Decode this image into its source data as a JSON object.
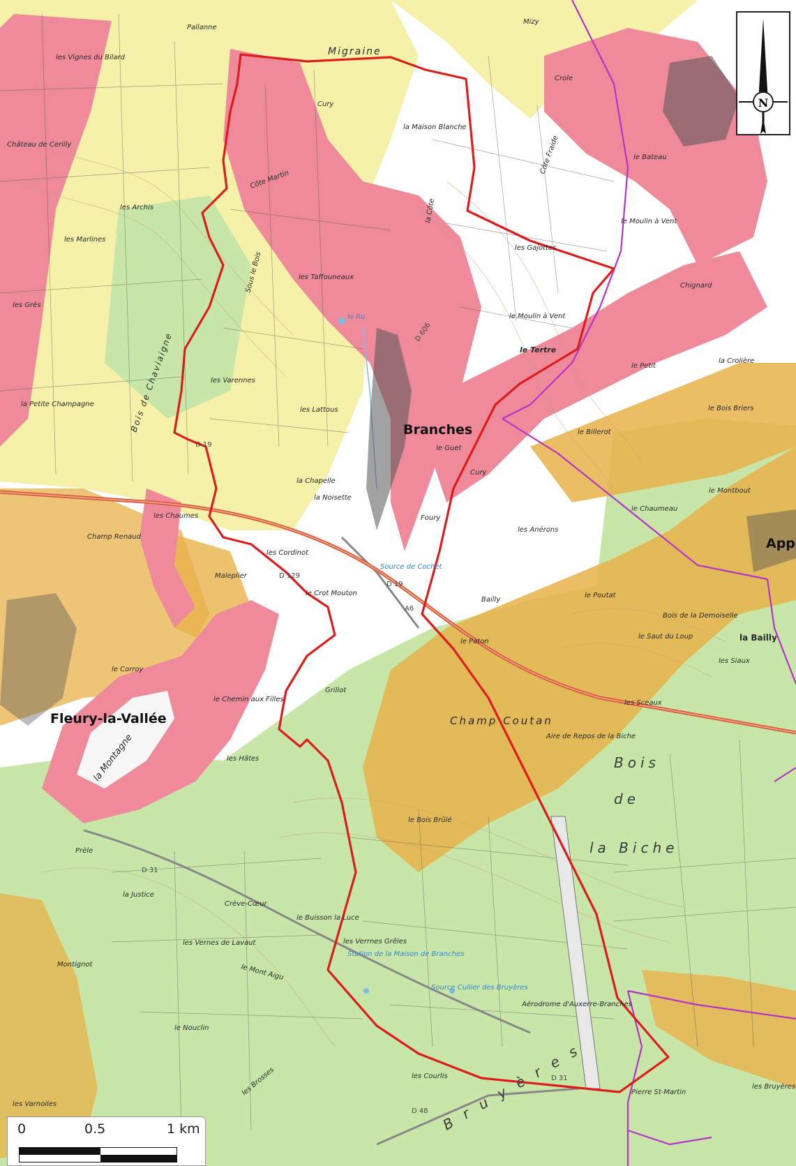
{
  "map": {
    "compass_label": "N",
    "scale": {
      "labels": [
        "0",
        "0.5",
        "1 km"
      ]
    },
    "towns": {
      "fleury": "Fleury-la-Vallée",
      "branches": "Branches",
      "appoigny": "Appo",
      "la_bailly": "la Bailly"
    },
    "features": {
      "bois_de_la_biche": [
        "Bois",
        "de",
        "la Biche"
      ],
      "champ_coutan": "Champ Coutan",
      "bruyeres": "B r u y è r e s",
      "migraine": "Migraine"
    },
    "localities": [
      "les Vignes du Bilard",
      "Pallanne",
      "Mizy",
      "Cury",
      "la Maison Blanche",
      "Côte Martin",
      "les Archis",
      "les Marlines",
      "les Taffouneaux",
      "les Gajottes",
      "le Moulin à Vent",
      "le Tertre",
      "les Varennes",
      "les Lattous",
      "la Chapelle",
      "la Noisette",
      "le Guet",
      "Cury",
      "Foury",
      "le Billerot",
      "les Anérons",
      "les Chaumes",
      "Champ Renaud",
      "les Cordinot",
      "le Crot Mouton",
      "Grillot",
      "le Chemin aux Filles",
      "les Hâtes",
      "la Montagne",
      "la Petite Champagne",
      "le Poutat",
      "Bailly",
      "le Paton",
      "le Bois Brûlé",
      "les Verrnes Grêles",
      "la Justice",
      "Crève-Cœur",
      "le Buisson la Luce",
      "les Vernes de Lavaut",
      "le Mont Aigu",
      "le Nouclin",
      "Montignot",
      "Aérodrome d'Auxerre-Branches",
      "les Courlis",
      "les Brosses",
      "les Varnoiles",
      "les Sceaux",
      "le Saut du Loup",
      "Bois de la Demoiselle",
      "les Siaux",
      "Chignard",
      "la Crolière",
      "le Bois Briers",
      "le Moulin à Vent",
      "le Petit",
      "Pierre St-Martin",
      "Prèle",
      "les Grès",
      "Château de Cerilly",
      "Sous le Bois",
      "Côte Fraide",
      "le Bateau",
      "Bois de Chaviaigne",
      "le Corroy",
      "Maleplier",
      "Aire de Repos de la Biche",
      "la Côte",
      "les Bruyères",
      "le Montbout",
      "le Chaumeau",
      "Crole"
    ],
    "hydro": [
      "le Ru",
      "Station de la Maison de Branches",
      "Source Cullier des Bruyères",
      "Source de Cochet"
    ],
    "roads": [
      "D 31",
      "D 19",
      "D 606",
      "A6",
      "D 48",
      "D 31",
      "D 19",
      "D 129"
    ],
    "colors": {
      "forest": "#c7e6a8",
      "field": "#f5f1a8",
      "hazard_high": "#ee8a9a",
      "hazard_medium": "#e8b24a",
      "commune_boundary": "#dd1c1c",
      "neighbour_boundary": "#b433c9",
      "motorway": "#d9583a"
    }
  }
}
